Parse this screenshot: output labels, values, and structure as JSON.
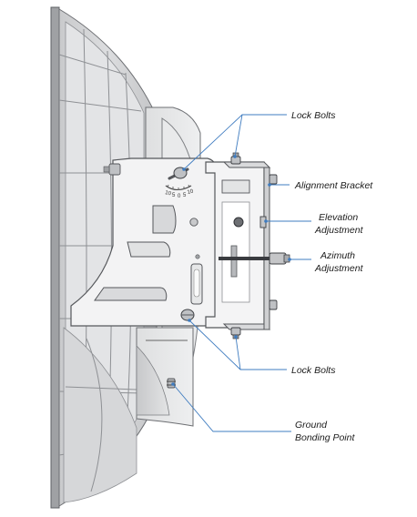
{
  "diagram": {
    "callouts": [
      {
        "id": "lock-bolts-top",
        "lines": [
          "Lock Bolts"
        ]
      },
      {
        "id": "alignment-bracket",
        "lines": [
          "Alignment Bracket"
        ]
      },
      {
        "id": "elevation-adjustment",
        "lines": [
          "Elevation",
          "Adjustment"
        ]
      },
      {
        "id": "azimuth-adjustment",
        "lines": [
          "Azimuth",
          "Adjustment"
        ]
      },
      {
        "id": "lock-bolts-bottom",
        "lines": [
          "Lock Bolts"
        ]
      },
      {
        "id": "ground-bonding-point",
        "lines": [
          "Ground",
          "Bonding Point"
        ]
      }
    ],
    "scale_marks": [
      "10",
      "5",
      "0",
      "5",
      "10"
    ]
  },
  "colors": {
    "leader_line": "#3f7cc0",
    "dish_face": "#d3d4d6",
    "housing": "#e6e7e8",
    "bracket_plate": "#f3f3f4",
    "text": "#1c1c1c"
  }
}
